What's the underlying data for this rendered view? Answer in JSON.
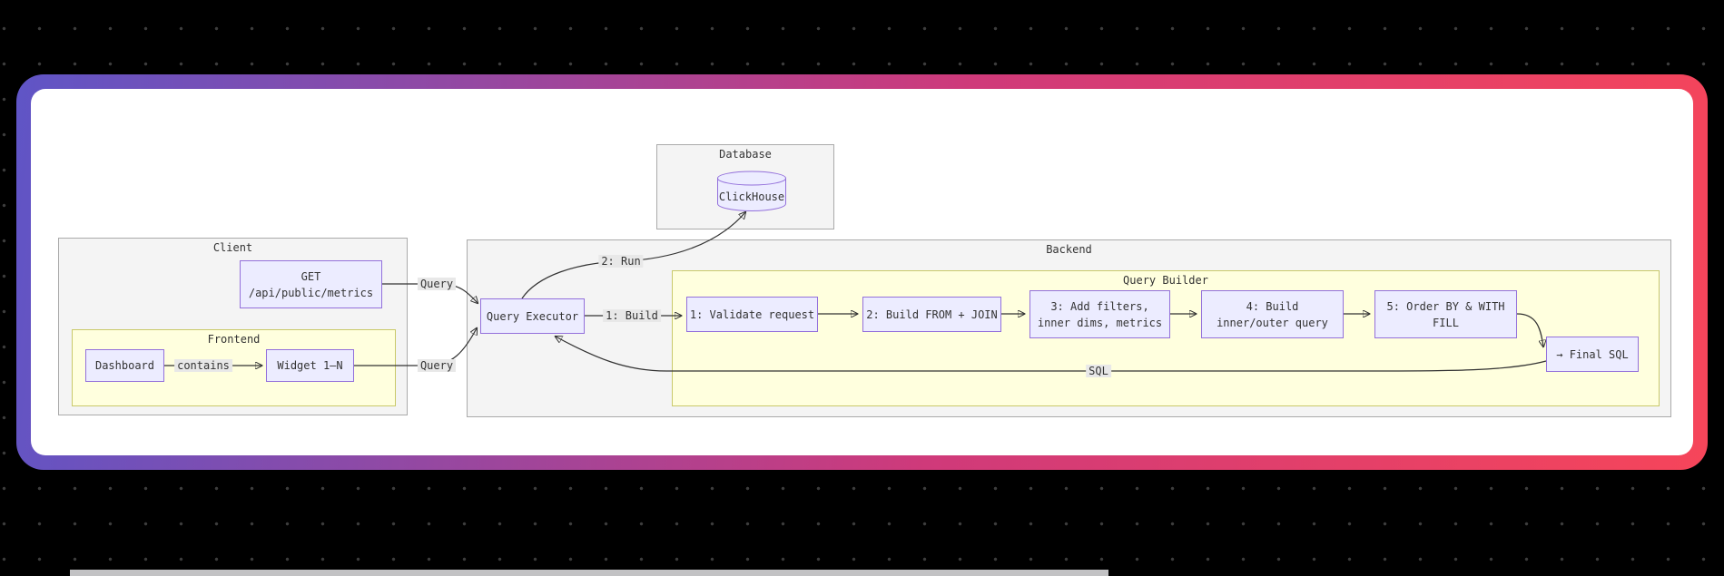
{
  "diagram": {
    "clusters": {
      "database": {
        "title": "Database"
      },
      "client": {
        "title": "Client"
      },
      "frontend": {
        "title": "Frontend"
      },
      "backend": {
        "title": "Backend"
      },
      "query_builder": {
        "title": "Query Builder"
      }
    },
    "nodes": {
      "clickhouse": {
        "label": "ClickHouse"
      },
      "get_api": {
        "label": "GET\n/api/public/metrics"
      },
      "dashboard": {
        "label": "Dashboard"
      },
      "widget": {
        "label": "Widget 1–N"
      },
      "query_executor": {
        "label": "Query Executor"
      },
      "validate_request": {
        "label": "1: Validate request"
      },
      "build_from_join": {
        "label": "2: Build FROM + JOIN"
      },
      "add_filters": {
        "label": "3: Add filters,\ninner dims, metrics"
      },
      "build_inner_outer": {
        "label": "4: Build\ninner/outer query"
      },
      "order_by_fill": {
        "label": "5: Order BY & WITH\nFILL"
      },
      "final_sql": {
        "label": "→ Final SQL"
      }
    },
    "edge_labels": {
      "query_get": "Query",
      "query_widget": "Query",
      "build": "1: Build",
      "run": "2: Run",
      "contains": "contains",
      "sql": "SQL"
    },
    "colors": {
      "node_fill": "#ECECFF",
      "node_border": "#9370DB",
      "cluster_fill": "#f4f4f4",
      "cluster_border": "#aaaaaa",
      "nested_fill": "#ffffde",
      "nested_border": "#c9c96a",
      "edge": "#333333",
      "edge_label_bg": "#e8e8e8",
      "text": "#333333",
      "canvas": "#ffffff",
      "page_bg": "#000000",
      "gradient_start": "#5f55c6",
      "gradient_mid": "#cf3a7a",
      "gradient_end": "#f6455a"
    }
  }
}
